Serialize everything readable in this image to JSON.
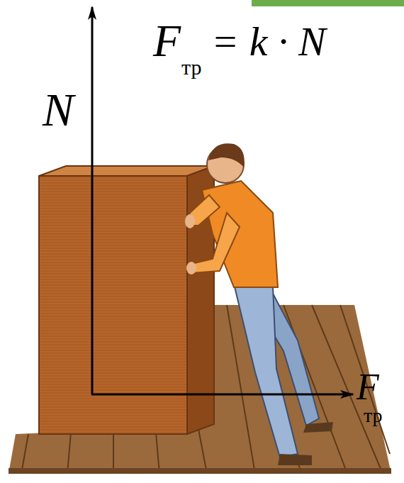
{
  "diagram": {
    "labels": [
      "N",
      "F",
      "тр",
      "= k · N",
      "F",
      "тр"
    ]
  }
}
